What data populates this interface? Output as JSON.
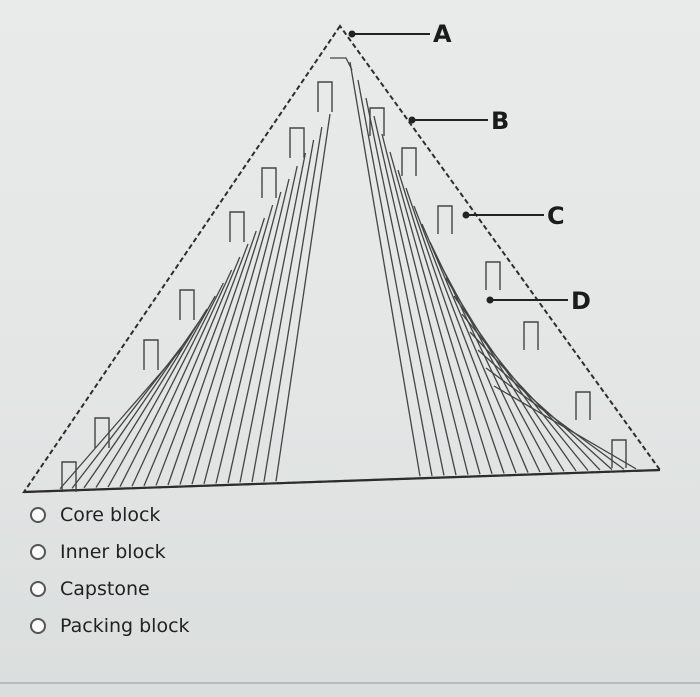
{
  "diagram": {
    "callouts": [
      {
        "key": "A",
        "label": "A"
      },
      {
        "key": "B",
        "label": "B"
      },
      {
        "key": "C",
        "label": "C"
      },
      {
        "key": "D",
        "label": "D"
      }
    ]
  },
  "question": {
    "options": [
      {
        "label": "Core block",
        "selected": false
      },
      {
        "label": "Inner block",
        "selected": false
      },
      {
        "label": "Capstone",
        "selected": false
      },
      {
        "label": "Packing block",
        "selected": false
      }
    ]
  },
  "colors": {
    "background": "#e6e8e7",
    "lines": "#3a3a3a",
    "text": "#1b1b1b"
  }
}
